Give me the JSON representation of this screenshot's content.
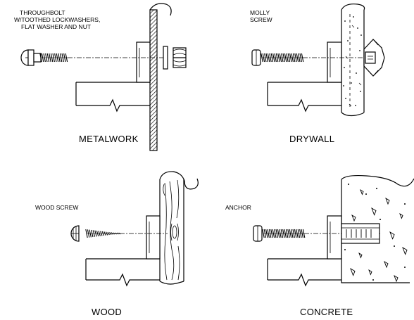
{
  "panels": {
    "metalwork": {
      "note_lines": [
        "THROUGHBOLT",
        "W/TOOTHED LOCKWASHERS,",
        "FLAT WASHER AND NUT"
      ],
      "caption": "METALWORK"
    },
    "drywall": {
      "note_lines": [
        "MOLLY",
        "SCREW"
      ],
      "caption": "DRYWALL"
    },
    "wood": {
      "note_lines": [
        "WOOD SCREW"
      ],
      "caption": "WOOD"
    },
    "concrete": {
      "note_lines": [
        "ANCHOR"
      ],
      "caption": "CONCRETE"
    }
  },
  "colors": {
    "ink": "#000000",
    "background": "#ffffff"
  }
}
